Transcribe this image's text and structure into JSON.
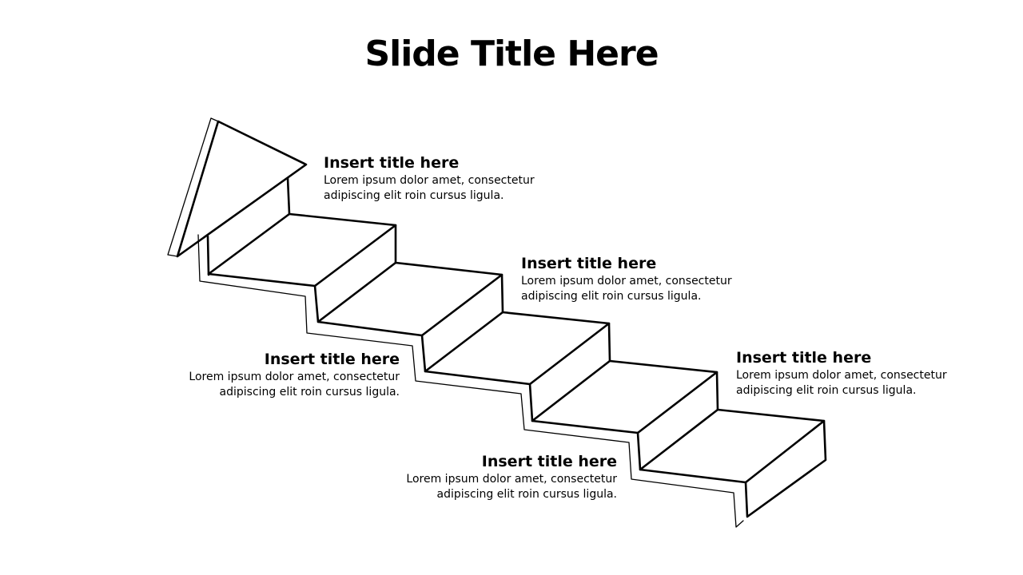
{
  "slide": {
    "title": "Slide Title Here"
  },
  "steps": [
    {
      "title": "Insert title here",
      "body": "Lorem ipsum dolor amet, consectetur\nadipiscing elit roin cursus ligula."
    },
    {
      "title": "Insert title here",
      "body": "Lorem ipsum dolor amet, consectetur\nadipiscing elit roin cursus ligula."
    },
    {
      "title": "Insert title here",
      "body": "Lorem ipsum dolor amet, consectetur\nadipiscing elit roin cursus ligula."
    },
    {
      "title": "Insert title here",
      "body": "Lorem ipsum dolor amet, consectetur\nadipiscing elit roin cursus ligula."
    },
    {
      "title": "Insert title here",
      "body": "Lorem ipsum dolor amet, consectetur\nadipiscing elit roin cursus ligula."
    }
  ],
  "colors": {
    "background": "#ffffff",
    "line": "#000000",
    "text": "#000000"
  }
}
